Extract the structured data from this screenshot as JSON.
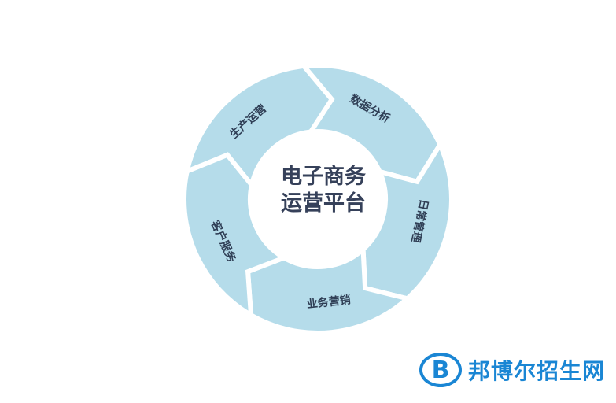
{
  "diagram": {
    "center": {
      "line1": "电子商务",
      "line2": "运营平台"
    },
    "segments": [
      {
        "label": "生产运营"
      },
      {
        "label": "数据分析"
      },
      {
        "label": "日常管理"
      },
      {
        "label": "业务营销"
      },
      {
        "label": "客户服务"
      }
    ]
  },
  "watermark": {
    "badge": "B",
    "text": "邦博尔招生网"
  },
  "colors": {
    "segment_fill": "#b5dcea",
    "center_text": "#36415a",
    "label_text": "#2f3e55",
    "logo": "#1a86d4"
  }
}
